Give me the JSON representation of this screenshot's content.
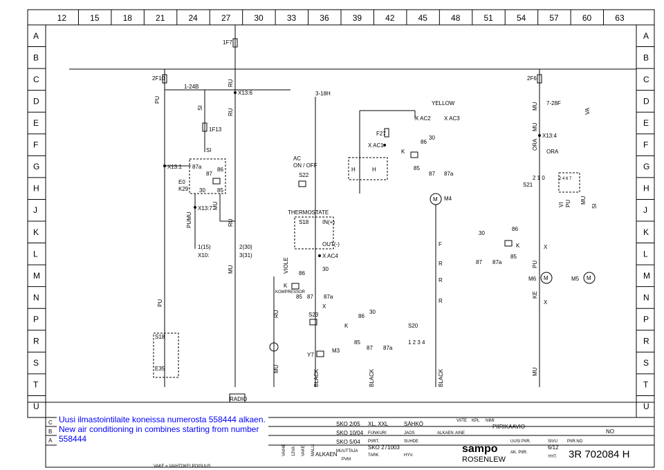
{
  "grid": {
    "columns": [
      "12",
      "15",
      "18",
      "21",
      "24",
      "27",
      "30",
      "33",
      "36",
      "39",
      "42",
      "45",
      "48",
      "51",
      "54",
      "57",
      "60",
      "63"
    ],
    "rows": [
      "A",
      "B",
      "C",
      "D",
      "E",
      "F",
      "G",
      "H",
      "J",
      "K",
      "L",
      "M",
      "N",
      "P",
      "R",
      "S",
      "T",
      "U"
    ]
  },
  "labels": {
    "f7": "1F7",
    "f10": "2F10",
    "f6": "2F6",
    "f13": "1F13",
    "f27": "F27",
    "x13_6": "X13:6",
    "x13_1": "X13:1",
    "x13_7": "X13:7",
    "x13_4": "X13:4",
    "x10": "X10:",
    "x10_1": "1(15)",
    "x10_2": "2(30)",
    "x10_3": "3(31)",
    "w1_24b": "1-24B",
    "w3_18h": "3-18H",
    "w7_28f": "7-28F",
    "e0": "E0",
    "k29": "K29",
    "pumu": "PUMU",
    "si": "SI",
    "pu": "PU",
    "ru": "RU",
    "mu": "MU",
    "ke": "KE",
    "vi": "VI",
    "va": "VA",
    "ora": "ORA",
    "viole": "VIOLE",
    "ac_on_off": "AC\nON / OFF",
    "s22": "S22",
    "thermostate": "THERMOSTATE",
    "s18": "S18",
    "in": "IN(+)",
    "out": "OUT(-)",
    "x_ac4": "X AC4",
    "x_ac1": "X AC1",
    "x_ac2": "X AC2",
    "x_ac3": "X AC3",
    "yellow": "YELLOW",
    "black": "BLACK",
    "k": "K",
    "kompressor": "KOMPRESSOR",
    "r85": "85",
    "r86": "86",
    "r87": "87",
    "r87a": "87a",
    "r30": "30",
    "s23": "S23",
    "y7": "Y7",
    "m3": "M3",
    "m4": "M4",
    "m5": "M5",
    "m6": "M6",
    "s20": "S20",
    "s20_pos": "1 2 3 4",
    "s21": "S21",
    "s21_pos": "2 1 0",
    "s21_b": "2 4 6 7",
    "f": "F",
    "r": "R",
    "h": "H",
    "x": "X",
    "e35": "E35",
    "radio": "RADIO",
    "s18b": "S18"
  },
  "note": {
    "line1": "Uusi ilmastointilaite koneissa numerosta 558444 alkaen.",
    "line2": "New air conditioning in combines starting from number",
    "line3": "558444"
  },
  "titleblock": {
    "rev_c": "C",
    "rev_b": "B",
    "rev_a": "A",
    "sko1": "SKO 2/05",
    "sko2": "SKO 10/04",
    "sko3": "SKO 5/04",
    "muuttaja": "MUUTTAJA",
    "pvm": "PVM",
    "alkaen": "ALKAEN",
    "vaihe": "VAKE = VAIHTOKELPOISUUS",
    "xl": "XL, XXL",
    "sahko": "SÄHKÖ",
    "funkuri": "FUNKURI",
    "jaos": "JAOS",
    "piirt": "PIIRT.",
    "sko_no": "SKO 271003",
    "suhde": "SUHDE",
    "tark": "TARK",
    "hyv": "HYV.",
    "viite": "VIITE",
    "kpl": "KPL",
    "nimi": "NIMI",
    "piirikaavio": "PIIRIKAAVIO",
    "alkaen2": "ALKAEN",
    "aine": "AINE",
    "brand": "sampo",
    "brand2": "ROSENLEW",
    "uusi_piir": "UUSI PIIR.",
    "ak_piir": "AK. PIIR.",
    "sivu": "SIVU",
    "sivu_val": "6/12",
    "yht": "YHT.",
    "piir_no": "PIIR.NO",
    "drawing_no": "3R 702084 H",
    "no": "NO",
    "col_vaihe": "VAIHE",
    "col_12va": "12VA",
    "col_vake": "VAKE",
    "col_malli": "MALLI"
  }
}
